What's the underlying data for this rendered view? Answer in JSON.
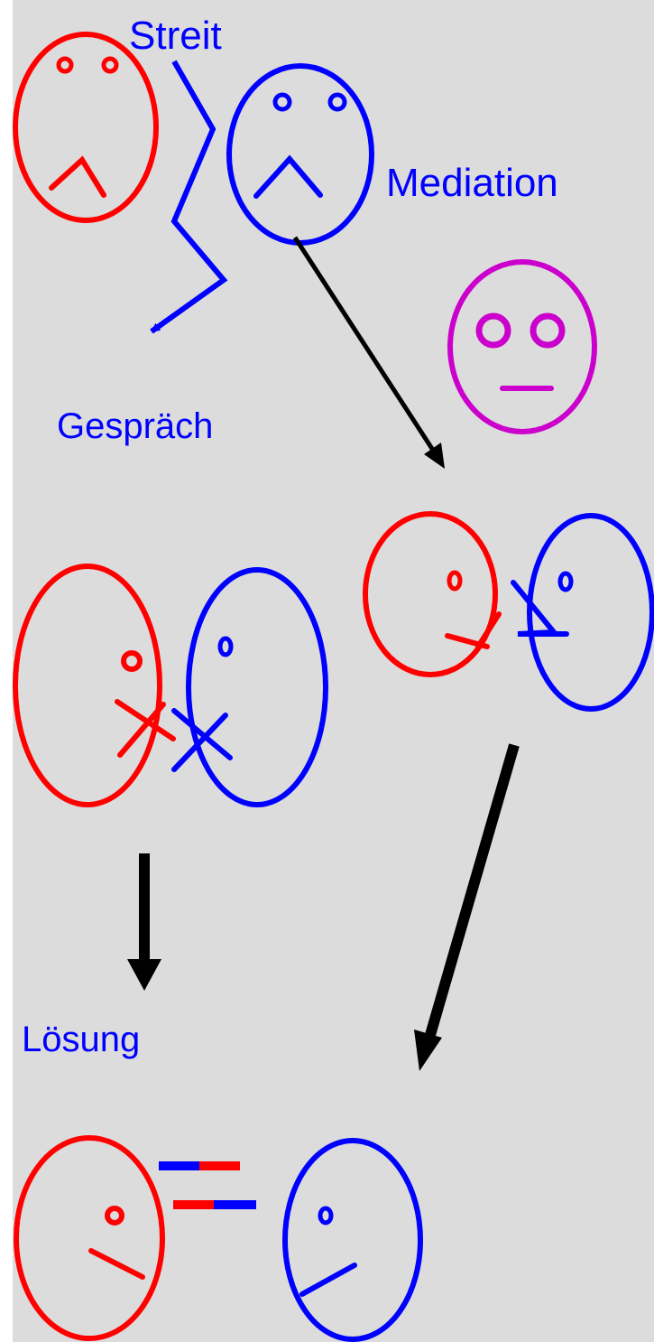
{
  "labels": {
    "streit": "Streit",
    "mediation": "Mediation",
    "gesprach": "Gespräch",
    "losung": "Lösung"
  },
  "colors": {
    "background": "#dcdcdc",
    "party_a": "#ff0000",
    "party_b": "#0000ff",
    "mediator": "#cc00cc",
    "arrow": "#000000",
    "text": "#0000ff"
  }
}
